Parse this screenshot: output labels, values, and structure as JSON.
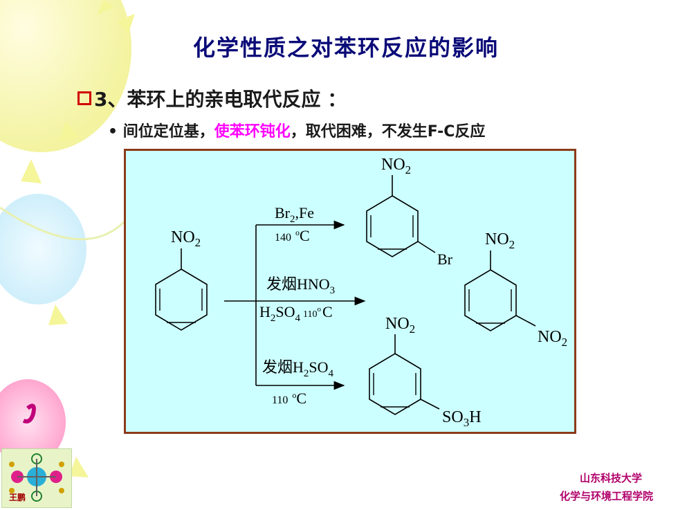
{
  "title": "化学性质之对苯环反应的影响",
  "heading": {
    "number": "3、",
    "text": "苯环上的亲电取代反应 ："
  },
  "bullet": {
    "marker": "•",
    "part1": "间位定位基，",
    "highlight": "使苯环钝化",
    "part2": "，取代困难，不发生F-C反应"
  },
  "diagram": {
    "reactant_group": "NO",
    "reagents": [
      {
        "name": "Br",
        "sub": "2",
        "rest": ",Fe",
        "temp": "140",
        "deg": "o",
        "unit": "C"
      },
      {
        "name": "发烟HNO",
        "sub": "3",
        "cond_a": "H",
        "cond_a_sub": "2",
        "cond_b": "SO",
        "cond_b_sub": "4",
        "temp": "110",
        "deg": "o",
        "unit": "C"
      },
      {
        "name": "发烟H",
        "sub": "2",
        "rest": "SO",
        "rest_sub": "4",
        "temp": "110",
        "deg": "o",
        "unit": "C"
      }
    ],
    "products": {
      "p1_top": "NO",
      "p1_sub": "Br",
      "p2_top": "NO",
      "p2_sub": "NO",
      "p3_top": "NO",
      "p3_sub_a": "SO",
      "p3_sub_b": "H",
      "p3_sub_digit": "3"
    },
    "subscript_two": "2"
  },
  "footer": {
    "line1": "山东科技大学",
    "line2": "化学与环境工程学院"
  },
  "logo_name": "王鹏",
  "colors": {
    "title": "#0a0a78",
    "highlight": "#ff00ff",
    "panel_bg": "#ccffff",
    "panel_border": "#8b3a1a",
    "footer": "#b0006a",
    "square": "#d00000"
  }
}
